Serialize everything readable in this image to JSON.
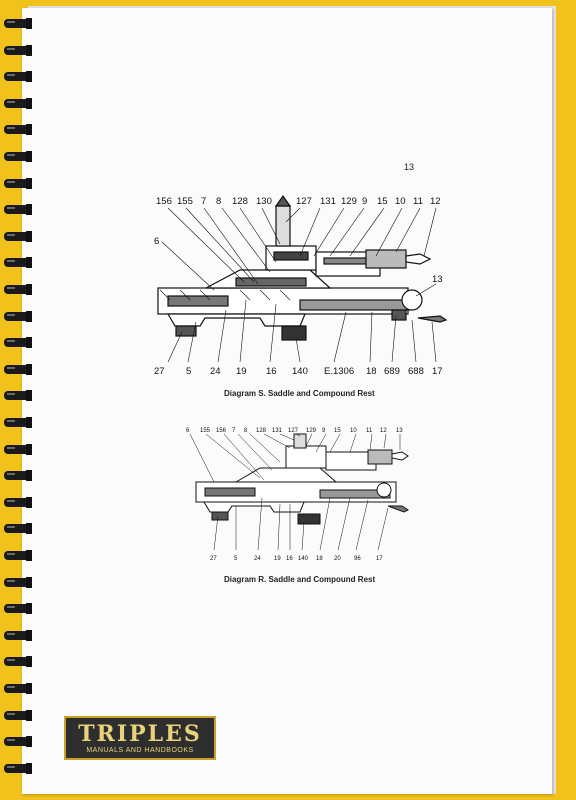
{
  "page": {
    "number": "13"
  },
  "diagram_s": {
    "caption": "Diagram S.   Saddle and Compound Rest",
    "labels_top": [
      "156",
      "155",
      "7",
      "8",
      "128",
      "130",
      "127",
      "131",
      "129",
      "9",
      "15",
      "10",
      "11",
      "12"
    ],
    "label_left": "6",
    "label_right": "13",
    "labels_bottom": [
      "27",
      "5",
      "24",
      "19",
      "16",
      "140",
      "E.1306",
      "18",
      "689",
      "688",
      "17"
    ]
  },
  "diagram_r": {
    "caption": "Diagram R.   Saddle and Compound Rest",
    "labels_top": [
      "6",
      "155",
      "156",
      "7",
      "8",
      "128",
      "131",
      "127",
      "129",
      "9",
      "15",
      "10",
      "11",
      "12",
      "13"
    ],
    "labels_bottom": [
      "27",
      "5",
      "24",
      "19",
      "16",
      "140",
      "18",
      "20",
      "96",
      "17"
    ]
  },
  "logo": {
    "title": "TRIPLES",
    "subtitle": "MANUALS AND HANDBOOKS"
  },
  "colors": {
    "background": "#f1c21b",
    "paper": "#fbfbfb",
    "ink": "#111111",
    "logo_bg": "#2e2e2e",
    "logo_text": "#e8d27a"
  }
}
